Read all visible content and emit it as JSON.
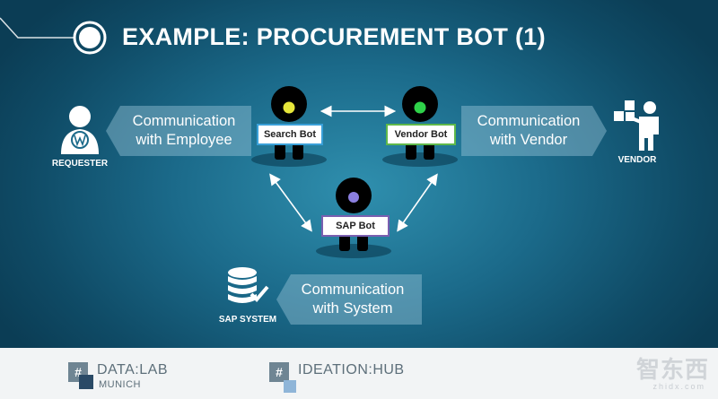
{
  "title": "EXAMPLE: PROCUREMENT BOT (1)",
  "boxes": {
    "employee": [
      "Communication",
      "with Employee"
    ],
    "vendor": [
      "Communication",
      "with Vendor"
    ],
    "system": [
      "Communication",
      "with System"
    ]
  },
  "actors": {
    "requester": "REQUESTER",
    "vendor": "VENDOR",
    "sap_system": "SAP SYSTEM"
  },
  "bots": {
    "search": {
      "name": "Search Bot",
      "color": "#e6e63a"
    },
    "vendor": {
      "name": "Vendor Bot",
      "color": "#2fd24a"
    },
    "sap": {
      "name": "SAP Bot",
      "color": "#8b7fe0"
    }
  },
  "colors": {
    "background": "#1b6a8a",
    "box_fill": "rgba(150,195,215,0.45)",
    "bot_border_search": "#3aa0d8",
    "bot_border_vendor": "#5fb84a",
    "bot_border_sap": "#7a5fb0"
  },
  "footer": {
    "logo1_hash": "#",
    "logo1_main": "DATA:LAB",
    "logo1_sub": "MUNICH",
    "logo2_hash": "#",
    "logo2_main": "IDEATION:HUB"
  },
  "watermark": {
    "main": "智东西",
    "sub": "zhidx.com"
  }
}
